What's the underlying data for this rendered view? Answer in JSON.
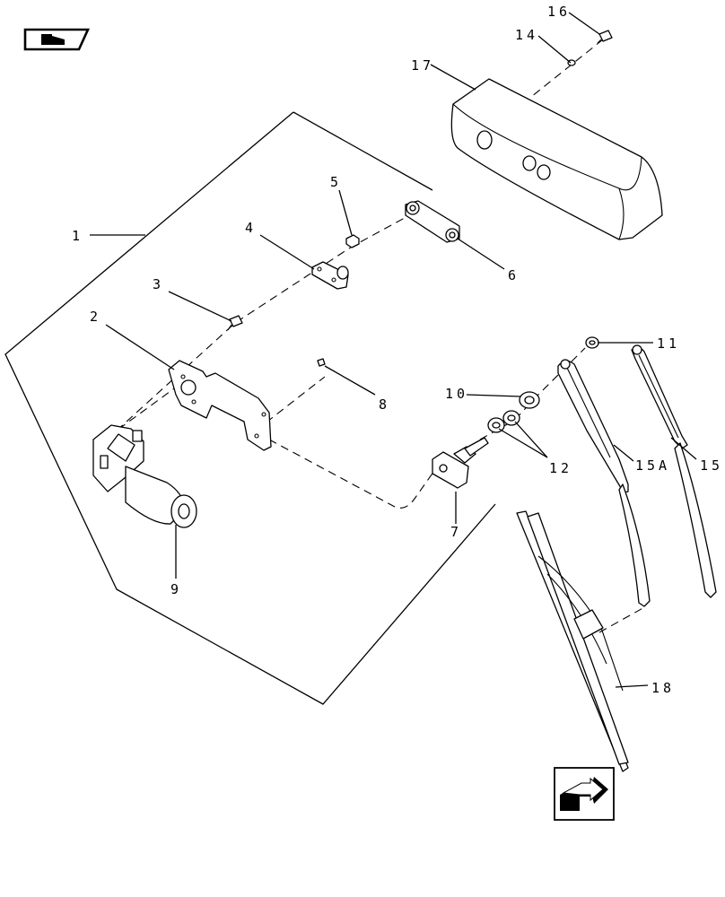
{
  "diagram": {
    "callouts": {
      "c1": "1",
      "c2": "2",
      "c3": "3",
      "c4": "4",
      "c5": "5",
      "c6": "6",
      "c7": "7",
      "c8": "8",
      "c9": "9",
      "c10": "10",
      "c11": "11",
      "c12": "12",
      "c14": "14",
      "c15": "15",
      "c15a": "15A",
      "c16": "16",
      "c17": "17",
      "c18": "18"
    },
    "icons": {
      "top_left": "book-navigation-icon",
      "bottom_right": "next-page-arrow-icon"
    }
  }
}
